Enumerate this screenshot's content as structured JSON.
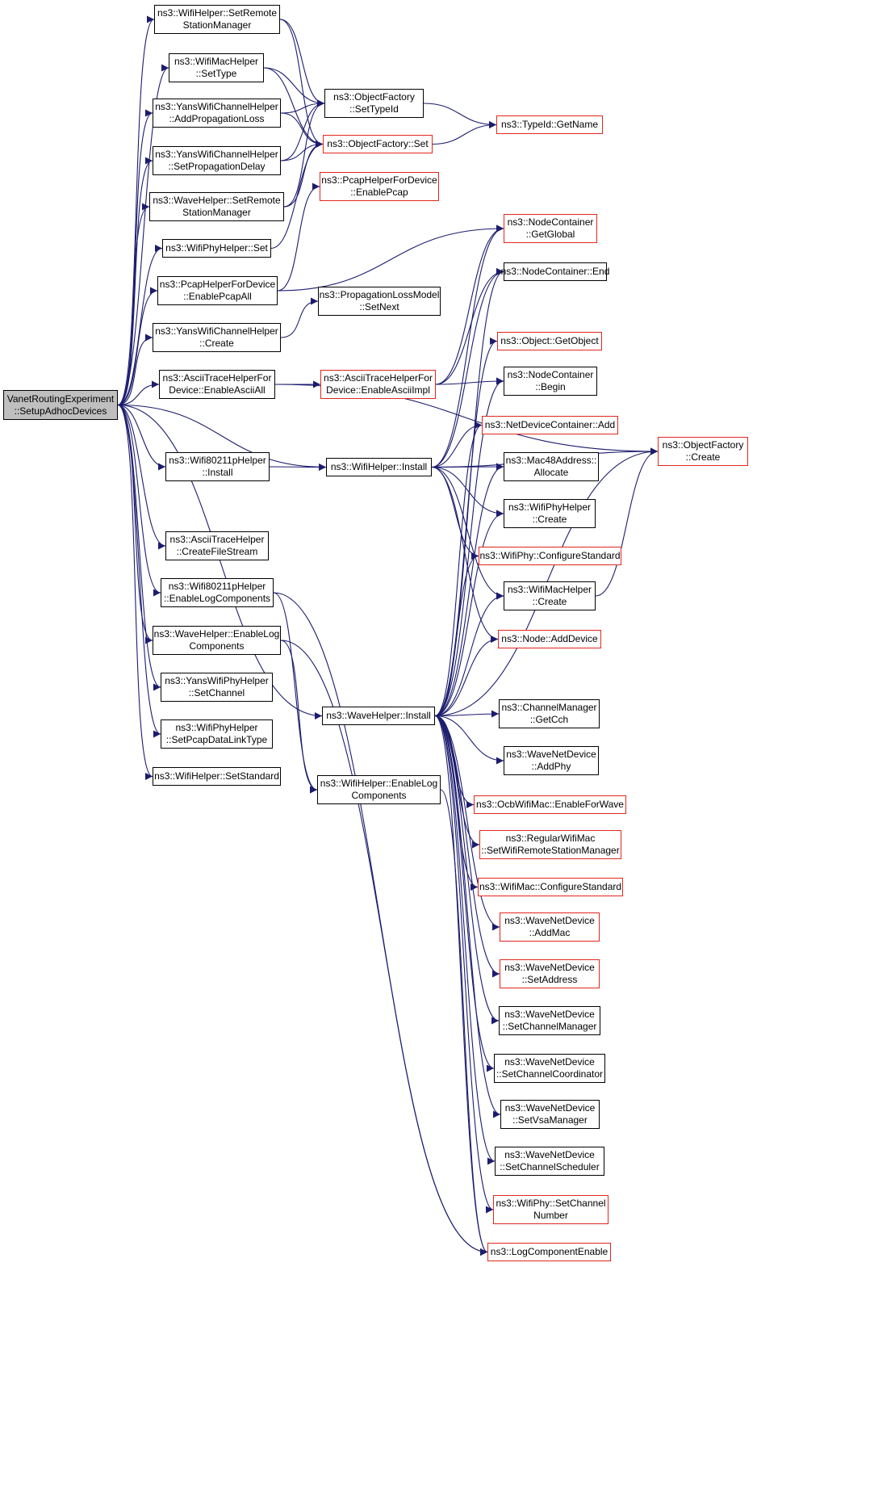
{
  "colors": {
    "edge": "#1c1c6e",
    "truncated_border": "#e2261d",
    "border": "#000000",
    "root_fill": "#bfbfbf"
  },
  "nodes": [
    {
      "id": "root",
      "label": "VanetRoutingExperiment\n::SetupAdhocDevices",
      "style": "root"
    },
    {
      "id": "wh_setremote",
      "label": "ns3::WifiHelper::SetRemote\nStationManager",
      "style": "black"
    },
    {
      "id": "wmac_settype",
      "label": "ns3::WifiMacHelper\n::SetType",
      "style": "black"
    },
    {
      "id": "yans_addprop",
      "label": "ns3::YansWifiChannelHelper\n::AddPropagationLoss",
      "style": "black"
    },
    {
      "id": "yans_setpropdelay",
      "label": "ns3::YansWifiChannelHelper\n::SetPropagationDelay",
      "style": "black"
    },
    {
      "id": "wave_setremote",
      "label": "ns3::WaveHelper::SetRemote\nStationManager",
      "style": "black"
    },
    {
      "id": "wphy_set",
      "label": "ns3::WifiPhyHelper::Set",
      "style": "black"
    },
    {
      "id": "pcap_all",
      "label": "ns3::PcapHelperForDevice\n::EnablePcapAll",
      "style": "black"
    },
    {
      "id": "yans_create",
      "label": "ns3::YansWifiChannelHelper\n::Create",
      "style": "black"
    },
    {
      "id": "ascii_all",
      "label": "ns3::AsciiTraceHelperFor\nDevice::EnableAsciiAll",
      "style": "black"
    },
    {
      "id": "w80211p_install",
      "label": "ns3::Wifi80211pHelper\n::Install",
      "style": "black"
    },
    {
      "id": "ascii_createfs",
      "label": "ns3::AsciiTraceHelper\n::CreateFileStream",
      "style": "black"
    },
    {
      "id": "w80211p_enablelog",
      "label": "ns3::Wifi80211pHelper\n::EnableLogComponents",
      "style": "black"
    },
    {
      "id": "wave_enablelog",
      "label": "ns3::WaveHelper::EnableLog\nComponents",
      "style": "black"
    },
    {
      "id": "yansphy_setchan",
      "label": "ns3::YansWifiPhyHelper\n::SetChannel",
      "style": "black"
    },
    {
      "id": "wphy_setpcap",
      "label": "ns3::WifiPhyHelper\n::SetPcapDataLinkType",
      "style": "black"
    },
    {
      "id": "wh_setstd",
      "label": "ns3::WifiHelper::SetStandard",
      "style": "black"
    },
    {
      "id": "of_settypeid",
      "label": "ns3::ObjectFactory\n::SetTypeId",
      "style": "black"
    },
    {
      "id": "of_set",
      "label": "ns3::ObjectFactory::Set",
      "style": "red"
    },
    {
      "id": "pcap_enable",
      "label": "ns3::PcapHelperForDevice\n::EnablePcap",
      "style": "red"
    },
    {
      "id": "proploss_setnext",
      "label": "ns3::PropagationLossModel\n::SetNext",
      "style": "black"
    },
    {
      "id": "ascii_impl",
      "label": "ns3::AsciiTraceHelperFor\nDevice::EnableAsciiImpl",
      "style": "red"
    },
    {
      "id": "wh_install",
      "label": "ns3::WifiHelper::Install",
      "style": "black"
    },
    {
      "id": "wave_install",
      "label": "ns3::WaveHelper::Install",
      "style": "black"
    },
    {
      "id": "wh_enablelog",
      "label": "ns3::WifiHelper::EnableLog\nComponents",
      "style": "black"
    },
    {
      "id": "typeid_getname",
      "label": "ns3::TypeId::GetName",
      "style": "red"
    },
    {
      "id": "nc_getglobal",
      "label": "ns3::NodeContainer\n::GetGlobal",
      "style": "red"
    },
    {
      "id": "nc_end",
      "label": "ns3::NodeContainer::End",
      "style": "black"
    },
    {
      "id": "obj_getobject",
      "label": "ns3::Object::GetObject",
      "style": "red"
    },
    {
      "id": "nc_begin",
      "label": "ns3::NodeContainer\n::Begin",
      "style": "black"
    },
    {
      "id": "ndc_add",
      "label": "ns3::NetDeviceContainer::Add",
      "style": "red"
    },
    {
      "id": "mac48_alloc",
      "label": "ns3::Mac48Address::\nAllocate",
      "style": "black"
    },
    {
      "id": "wphyh_create",
      "label": "ns3::WifiPhyHelper\n::Create",
      "style": "black"
    },
    {
      "id": "wphy_confstd",
      "label": "ns3::WifiPhy::ConfigureStandard",
      "style": "red"
    },
    {
      "id": "wmach_create",
      "label": "ns3::WifiMacHelper\n::Create",
      "style": "black"
    },
    {
      "id": "node_adddev",
      "label": "ns3::Node::AddDevice",
      "style": "red"
    },
    {
      "id": "chm_getcch",
      "label": "ns3::ChannelManager\n::GetCch",
      "style": "black"
    },
    {
      "id": "wnd_addphy",
      "label": "ns3::WaveNetDevice\n::AddPhy",
      "style": "black"
    },
    {
      "id": "ocb_enable",
      "label": "ns3::OcbWifiMac::EnableForWave",
      "style": "red"
    },
    {
      "id": "rwm_setremote",
      "label": "ns3::RegularWifiMac\n::SetWifiRemoteStationManager",
      "style": "red"
    },
    {
      "id": "wmac_confstd",
      "label": "ns3::WifiMac::ConfigureStandard",
      "style": "red"
    },
    {
      "id": "wnd_addmac",
      "label": "ns3::WaveNetDevice\n::AddMac",
      "style": "red"
    },
    {
      "id": "wnd_setaddr",
      "label": "ns3::WaveNetDevice\n::SetAddress",
      "style": "red"
    },
    {
      "id": "wnd_setchmgr",
      "label": "ns3::WaveNetDevice\n::SetChannelManager",
      "style": "black"
    },
    {
      "id": "wnd_setchcoord",
      "label": "ns3::WaveNetDevice\n::SetChannelCoordinator",
      "style": "black"
    },
    {
      "id": "wnd_setvsa",
      "label": "ns3::WaveNetDevice\n::SetVsaManager",
      "style": "black"
    },
    {
      "id": "wnd_setchsched",
      "label": "ns3::WaveNetDevice\n::SetChannelScheduler",
      "style": "black"
    },
    {
      "id": "wphy_setchnum",
      "label": "ns3::WifiPhy::SetChannel\nNumber",
      "style": "red"
    },
    {
      "id": "log_enable",
      "label": "ns3::LogComponentEnable",
      "style": "red"
    },
    {
      "id": "of_create",
      "label": "ns3::ObjectFactory\n::Create",
      "style": "red"
    }
  ],
  "edges": [
    [
      "root",
      "wh_setremote"
    ],
    [
      "root",
      "wmac_settype"
    ],
    [
      "root",
      "yans_addprop"
    ],
    [
      "root",
      "yans_setpropdelay"
    ],
    [
      "root",
      "wave_setremote"
    ],
    [
      "root",
      "wphy_set"
    ],
    [
      "root",
      "pcap_all"
    ],
    [
      "root",
      "yans_create"
    ],
    [
      "root",
      "ascii_all"
    ],
    [
      "root",
      "w80211p_install"
    ],
    [
      "root",
      "wh_install"
    ],
    [
      "root",
      "wave_install"
    ],
    [
      "root",
      "ascii_createfs"
    ],
    [
      "root",
      "w80211p_enablelog"
    ],
    [
      "root",
      "wave_enablelog"
    ],
    [
      "root",
      "yansphy_setchan"
    ],
    [
      "root",
      "wphy_setpcap"
    ],
    [
      "root",
      "wh_setstd"
    ],
    [
      "wh_setremote",
      "of_settypeid"
    ],
    [
      "wh_setremote",
      "of_set"
    ],
    [
      "wmac_settype",
      "of_settypeid"
    ],
    [
      "wmac_settype",
      "of_set"
    ],
    [
      "yans_addprop",
      "of_settypeid"
    ],
    [
      "yans_addprop",
      "of_set"
    ],
    [
      "yans_setpropdelay",
      "of_settypeid"
    ],
    [
      "yans_setpropdelay",
      "of_set"
    ],
    [
      "wave_setremote",
      "of_settypeid"
    ],
    [
      "wave_setremote",
      "of_set"
    ],
    [
      "wphy_set",
      "of_set"
    ],
    [
      "of_settypeid",
      "typeid_getname"
    ],
    [
      "of_set",
      "typeid_getname"
    ],
    [
      "pcap_all",
      "pcap_enable"
    ],
    [
      "pcap_all",
      "nc_getglobal"
    ],
    [
      "yans_create",
      "proploss_setnext"
    ],
    [
      "ascii_all",
      "ascii_impl"
    ],
    [
      "ascii_all",
      "of_create"
    ],
    [
      "ascii_impl",
      "nc_getglobal"
    ],
    [
      "ascii_impl",
      "nc_begin"
    ],
    [
      "ascii_impl",
      "nc_end"
    ],
    [
      "w80211p_install",
      "wh_install"
    ],
    [
      "wh_install",
      "of_create"
    ],
    [
      "wh_install",
      "nc_getglobal"
    ],
    [
      "wh_install",
      "nc_end"
    ],
    [
      "wh_install",
      "ndc_add"
    ],
    [
      "wh_install",
      "mac48_alloc"
    ],
    [
      "wh_install",
      "wphyh_create"
    ],
    [
      "wh_install",
      "wphy_confstd"
    ],
    [
      "wh_install",
      "wmach_create"
    ],
    [
      "wh_install",
      "node_adddev"
    ],
    [
      "wmach_create",
      "of_create"
    ],
    [
      "w80211p_enablelog",
      "wh_enablelog"
    ],
    [
      "w80211p_enablelog",
      "log_enable"
    ],
    [
      "wave_enablelog",
      "wh_enablelog"
    ],
    [
      "wave_enablelog",
      "log_enable"
    ],
    [
      "wh_enablelog",
      "log_enable"
    ],
    [
      "wave_install",
      "of_create"
    ],
    [
      "wave_install",
      "nc_begin"
    ],
    [
      "wave_install",
      "nc_end"
    ],
    [
      "wave_install",
      "obj_getobject"
    ],
    [
      "wave_install",
      "ndc_add"
    ],
    [
      "wave_install",
      "mac48_alloc"
    ],
    [
      "wave_install",
      "wphyh_create"
    ],
    [
      "wave_install",
      "wphy_confstd"
    ],
    [
      "wave_install",
      "wmach_create"
    ],
    [
      "wave_install",
      "node_adddev"
    ],
    [
      "wave_install",
      "chm_getcch"
    ],
    [
      "wave_install",
      "wnd_addphy"
    ],
    [
      "wave_install",
      "ocb_enable"
    ],
    [
      "wave_install",
      "rwm_setremote"
    ],
    [
      "wave_install",
      "wmac_confstd"
    ],
    [
      "wave_install",
      "wnd_addmac"
    ],
    [
      "wave_install",
      "wnd_setaddr"
    ],
    [
      "wave_install",
      "wnd_setchmgr"
    ],
    [
      "wave_install",
      "wnd_setchcoord"
    ],
    [
      "wave_install",
      "wnd_setvsa"
    ],
    [
      "wave_install",
      "wnd_setchsched"
    ],
    [
      "wave_install",
      "wphy_setchnum"
    ],
    [
      "wave_install",
      "log_enable"
    ]
  ]
}
